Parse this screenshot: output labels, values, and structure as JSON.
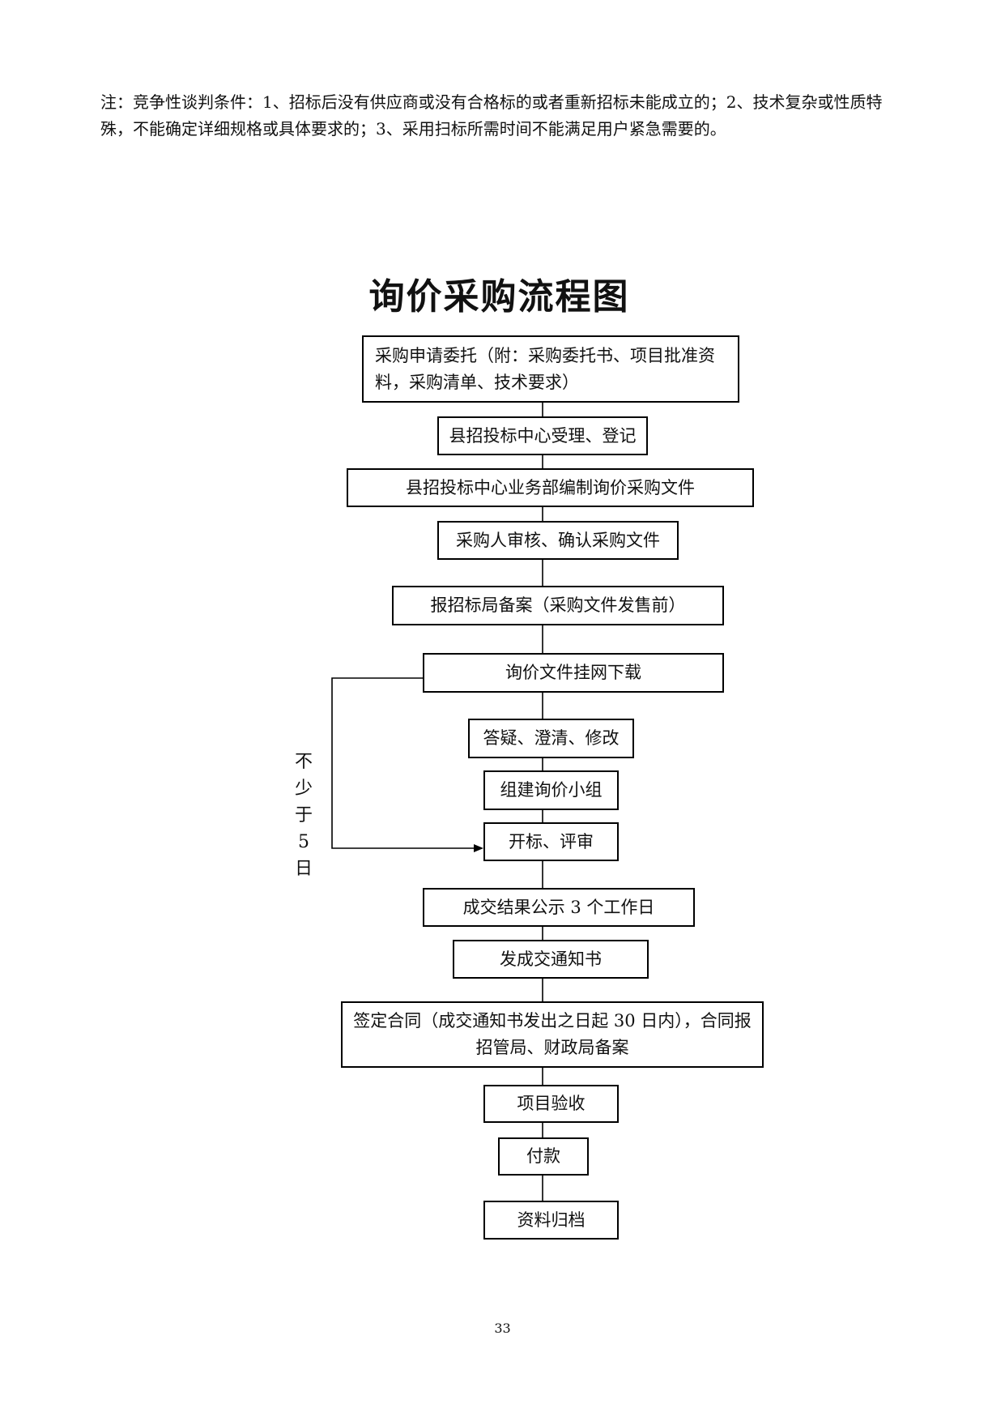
{
  "note": "注：竞争性谈判条件：1、招标后没有供应商或没有合格标的或者重新招标未能成立的；2、技术复杂或性质特殊，不能确定详细规格或具体要求的；3、采用扫标所需时间不能满足用户紧急需要的。",
  "title": "询价采购流程图",
  "steps": [
    "采购申请委托（附：采购委托书、项目批准资料，采购清单、技术要求）",
    "县招投标中心受理、登记",
    "县招投标中心业务部编制询价采购文件",
    "采购人审核、确认采购文件",
    "报招标局备案（采购文件发售前）",
    "询价文件挂网下载",
    "答疑、澄清、修改",
    "组建询价小组",
    "开标、评审",
    "成交结果公示 3 个工作日",
    "发成交通知书",
    "签定合同（成交通知书发出之日起 30 日内），合同报招管局、财政局备案",
    "项目验收",
    "付款",
    "资料归档"
  ],
  "side_label": [
    "不",
    "少",
    "于",
    "5",
    "日"
  ],
  "page_number": "33"
}
